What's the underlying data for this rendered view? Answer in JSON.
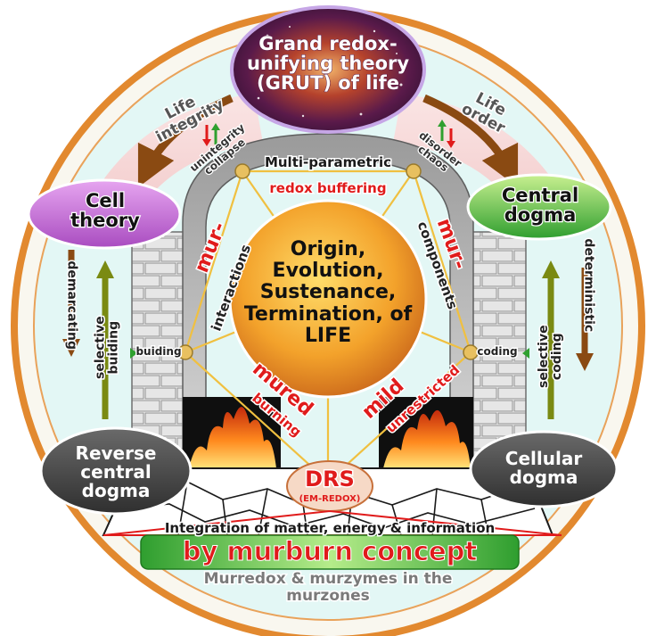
{
  "top_theory": "Grand redox-unifying theory (GRUT) of life",
  "life_integrity": "Life integrity",
  "life_order": "Life order",
  "unintegrity_collapse": "unintegrity collapse",
  "disorder_chaos": "disorder chaos",
  "multi_parametric": "Multi-parametric",
  "redox_buffering": "redox buffering",
  "cell_theory": "Cell theory",
  "central_dogma": "Central dogma",
  "mur_interactions_prefix": "mur-",
  "mur_interactions": "interactions",
  "mur_components_prefix": "mur-",
  "mur_components": "components",
  "center_text": "Origin, Evolution, Sustenance, Termination, of LIFE",
  "demarcating": "demarcating",
  "selective_buiding": "selective buiding",
  "deterministic": "deterministic",
  "selective_coding": "selective coding",
  "buiding": "buiding",
  "coding": "coding",
  "mured": "mured",
  "burning": "burning",
  "mild": "mild",
  "unrestricted": "unrestricted",
  "reverse_central_dogma": "Reverse central dogma",
  "cellular_dogma": "Cellular dogma",
  "drs": "DRS",
  "em_redox": "(EM-REDOX)",
  "integration": "Integration of matter, energy & information",
  "murburn_concept": "by murburn concept",
  "murredox": "Murredox & murzymes in the murzones",
  "colors": {
    "ring_orange": "#e2892f",
    "inner_cyan": "#dff7f7",
    "wall_gray": "#cfcfcf",
    "red_text": "#e01b1b",
    "cell_theory_fill": "#c36cd8",
    "central_dogma_fill": "#3cb43c",
    "dark_pill": "#4a4a4a",
    "banner_green": "#3fb23f"
  }
}
